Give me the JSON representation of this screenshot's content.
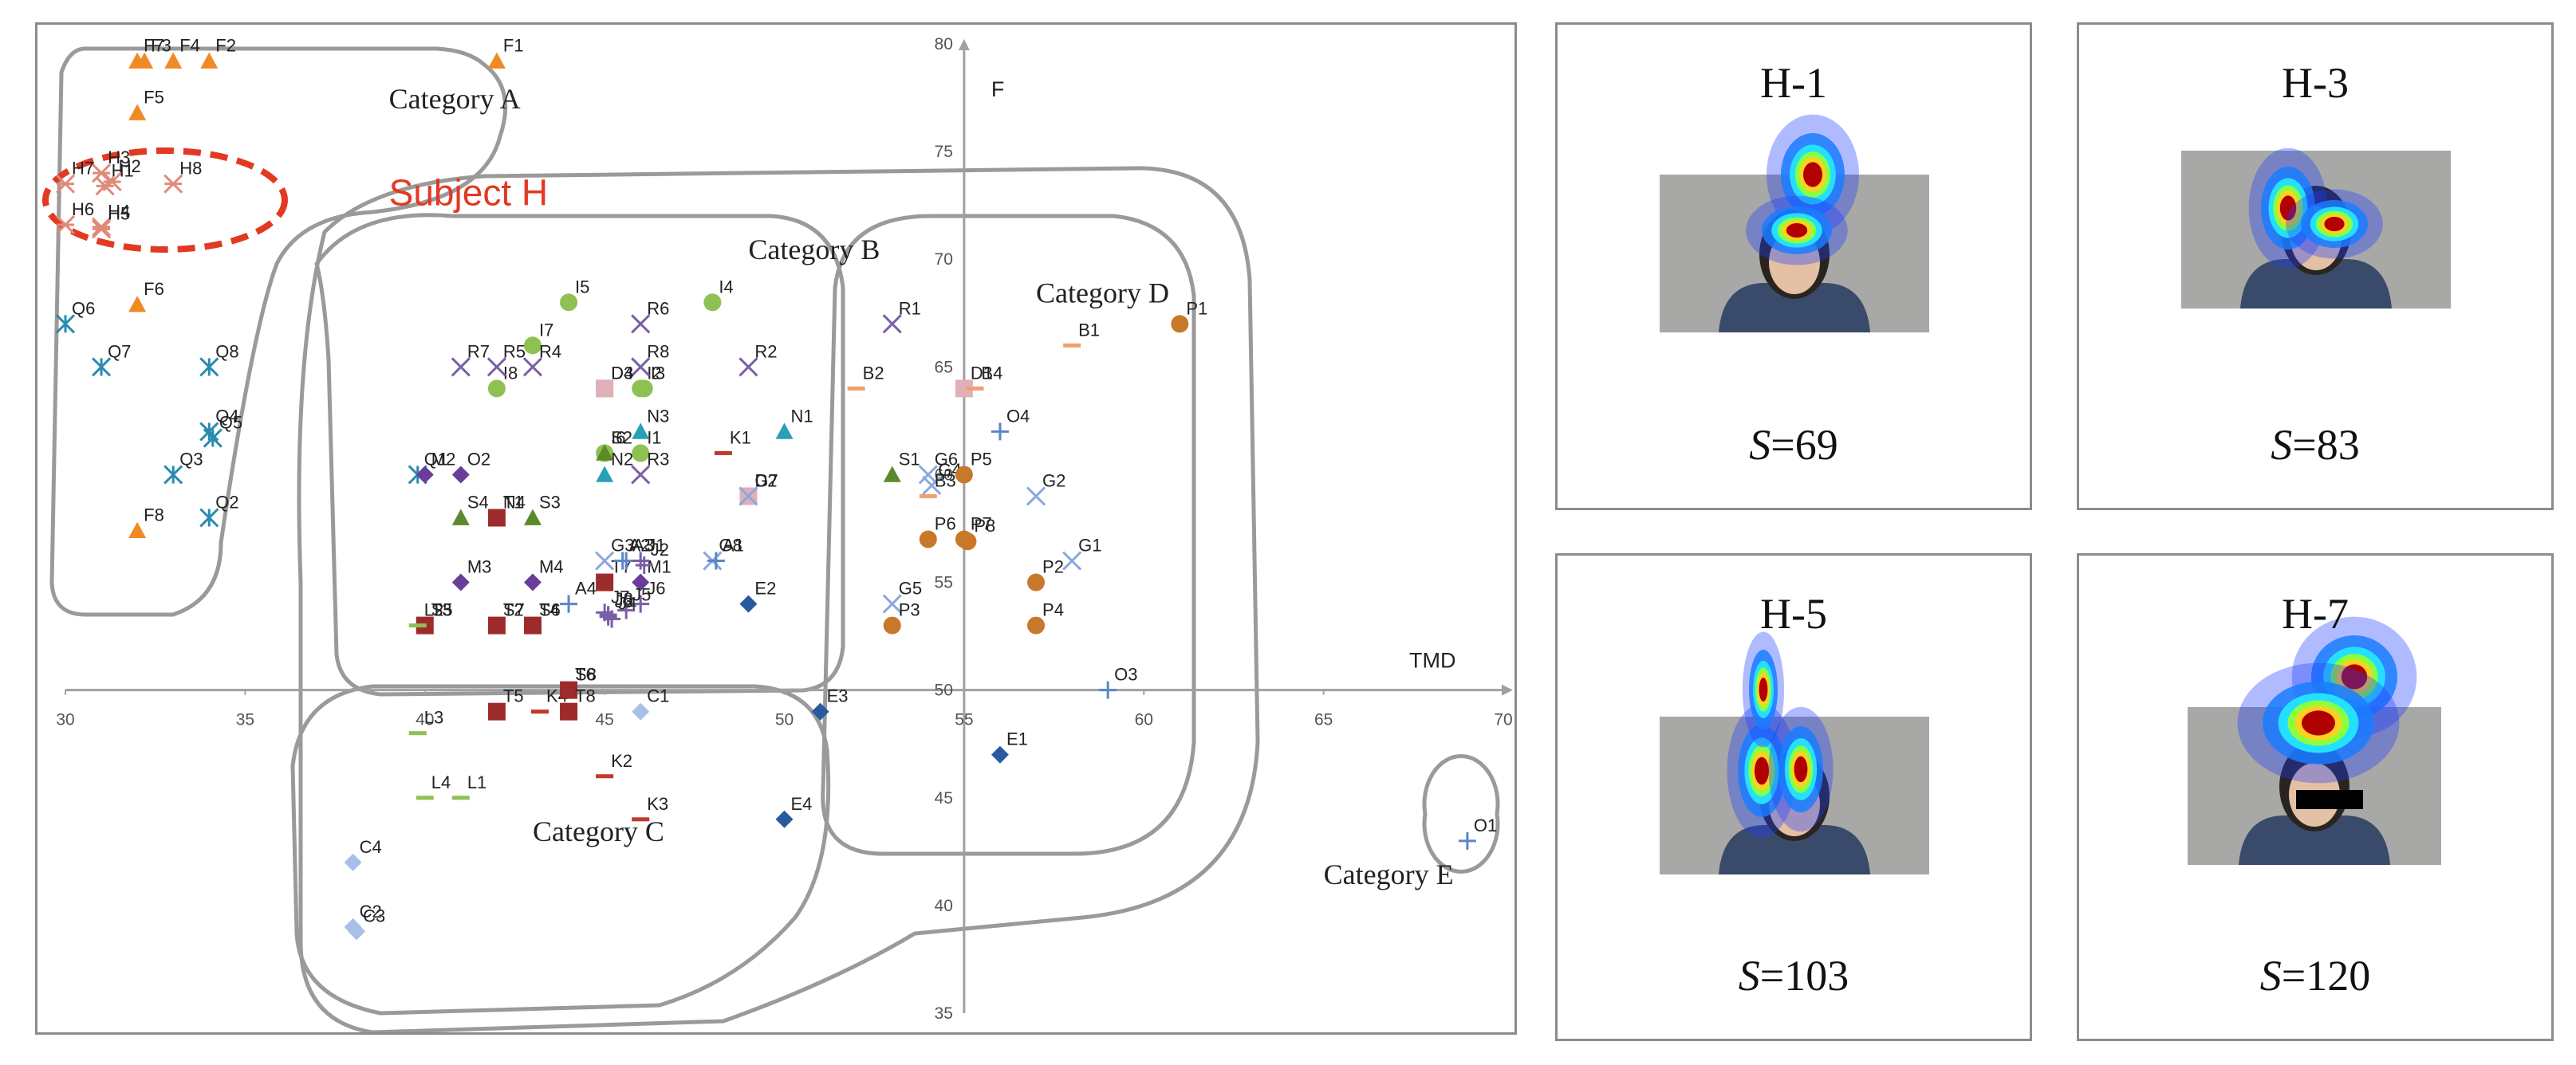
{
  "chart_data": {
    "type": "scatter",
    "xlabel": "TMD",
    "ylabel": "F",
    "xlim": [
      30,
      70
    ],
    "ylim": [
      35,
      80
    ],
    "x_ticks": [
      30,
      35,
      40,
      45,
      50,
      55,
      60,
      65,
      70
    ],
    "y_ticks": [
      35,
      40,
      45,
      50,
      55,
      60,
      65,
      70,
      75,
      80
    ],
    "colors": {
      "F": "#f08a24",
      "H": "#e08a7a",
      "Q": "#2a8bb0",
      "I": "#8ec152",
      "R": "#7a5fa8",
      "D": "#e0b0b8",
      "N": "#2aa0b8",
      "K": "#c0392b",
      "M": "#6a3d9a",
      "S": "#5a8a2a",
      "T": "#9e2b2b",
      "G": "#8aa8e0",
      "A": "#5a86c8",
      "J": "#7a5fa8",
      "E": "#2a5a9e",
      "L": "#8ec152",
      "C": "#a8c0e8",
      "B": "#f0a070",
      "P": "#c8782a",
      "O": "#5a86c8"
    },
    "series": [
      {
        "name": "F",
        "marker": "triangle",
        "points": [
          {
            "label": "F7",
            "x": 32,
            "y": 79.2
          },
          {
            "label": "F3",
            "x": 32.2,
            "y": 79.2
          },
          {
            "label": "F4",
            "x": 33,
            "y": 79.2
          },
          {
            "label": "F2",
            "x": 34,
            "y": 79.2
          },
          {
            "label": "F1",
            "x": 42,
            "y": 79.2
          },
          {
            "label": "F5",
            "x": 32,
            "y": 76.8
          },
          {
            "label": "F6",
            "x": 32,
            "y": 67.9
          },
          {
            "label": "F8",
            "x": 32,
            "y": 57.4
          }
        ]
      },
      {
        "name": "H",
        "marker": "star",
        "points": [
          {
            "label": "H7",
            "x": 30,
            "y": 73.5
          },
          {
            "label": "H3",
            "x": 31,
            "y": 74
          },
          {
            "label": "H2",
            "x": 31.3,
            "y": 73.6
          },
          {
            "label": "H8",
            "x": 33,
            "y": 73.5
          },
          {
            "label": "H6",
            "x": 30,
            "y": 71.6
          },
          {
            "label": "H4",
            "x": 31,
            "y": 71.5
          },
          {
            "label": "H5",
            "x": 31,
            "y": 71.4
          },
          {
            "label": "H1",
            "x": 31.1,
            "y": 73.4
          }
        ]
      },
      {
        "name": "Q",
        "marker": "xstar",
        "points": [
          {
            "label": "Q6",
            "x": 30,
            "y": 67
          },
          {
            "label": "Q7",
            "x": 31,
            "y": 65
          },
          {
            "label": "Q8",
            "x": 34,
            "y": 65
          },
          {
            "label": "Q4",
            "x": 34,
            "y": 62
          },
          {
            "label": "Q5",
            "x": 34.1,
            "y": 61.7
          },
          {
            "label": "Q3",
            "x": 33,
            "y": 60
          },
          {
            "label": "Q2",
            "x": 34,
            "y": 58
          },
          {
            "label": "Q1",
            "x": 39.8,
            "y": 60
          }
        ]
      },
      {
        "name": "I",
        "marker": "circle",
        "points": [
          {
            "label": "I5",
            "x": 44,
            "y": 68
          },
          {
            "label": "I4",
            "x": 48,
            "y": 68
          },
          {
            "label": "I7",
            "x": 43,
            "y": 66
          },
          {
            "label": "I8",
            "x": 42,
            "y": 64
          },
          {
            "label": "I2",
            "x": 46,
            "y": 64
          },
          {
            "label": "I3",
            "x": 46.1,
            "y": 64
          },
          {
            "label": "I6",
            "x": 45,
            "y": 61
          },
          {
            "label": "I1",
            "x": 46,
            "y": 61
          }
        ]
      },
      {
        "name": "R",
        "marker": "x",
        "points": [
          {
            "label": "R6",
            "x": 46,
            "y": 67
          },
          {
            "label": "R7",
            "x": 41,
            "y": 65
          },
          {
            "label": "R5",
            "x": 42,
            "y": 65
          },
          {
            "label": "R4",
            "x": 43,
            "y": 65
          },
          {
            "label": "R8",
            "x": 46,
            "y": 65
          },
          {
            "label": "R2",
            "x": 49,
            "y": 65
          },
          {
            "label": "R3",
            "x": 46,
            "y": 60
          },
          {
            "label": "R1",
            "x": 53,
            "y": 67
          }
        ]
      },
      {
        "name": "D",
        "marker": "square",
        "points": [
          {
            "label": "D3",
            "x": 45,
            "y": 64
          },
          {
            "label": "D4",
            "x": 45,
            "y": 64
          },
          {
            "label": "D1",
            "x": 55,
            "y": 64
          },
          {
            "label": "D2",
            "x": 49,
            "y": 59
          }
        ]
      },
      {
        "name": "N",
        "marker": "triangle",
        "points": [
          {
            "label": "N3",
            "x": 46,
            "y": 62
          },
          {
            "label": "N1",
            "x": 50,
            "y": 62
          },
          {
            "label": "N2",
            "x": 45,
            "y": 60
          },
          {
            "label": "N4",
            "x": 42,
            "y": 58
          }
        ]
      },
      {
        "name": "K",
        "marker": "dash",
        "points": [
          {
            "label": "K1",
            "x": 48.3,
            "y": 61
          },
          {
            "label": "K4",
            "x": 43.2,
            "y": 49
          },
          {
            "label": "K2",
            "x": 45,
            "y": 46
          },
          {
            "label": "K3",
            "x": 46,
            "y": 44
          }
        ]
      },
      {
        "name": "M",
        "marker": "diamond",
        "points": [
          {
            "label": "M2",
            "x": 40,
            "y": 60
          },
          {
            "label": "O2",
            "x": 41,
            "y": 60
          },
          {
            "label": "M3",
            "x": 41,
            "y": 55
          },
          {
            "label": "M4",
            "x": 43,
            "y": 55
          },
          {
            "label": "M1",
            "x": 46,
            "y": 55
          }
        ]
      },
      {
        "name": "S",
        "marker": "triangle",
        "points": [
          {
            "label": "S2",
            "x": 45,
            "y": 61
          },
          {
            "label": "S1",
            "x": 53,
            "y": 60
          },
          {
            "label": "S4",
            "x": 41,
            "y": 58
          },
          {
            "label": "S3",
            "x": 43,
            "y": 58
          },
          {
            "label": "S5",
            "x": 40,
            "y": 53
          },
          {
            "label": "S7",
            "x": 42,
            "y": 53
          },
          {
            "label": "S6",
            "x": 43,
            "y": 53
          },
          {
            "label": "S8",
            "x": 44,
            "y": 50
          }
        ]
      },
      {
        "name": "T",
        "marker": "square",
        "points": [
          {
            "label": "T1",
            "x": 42,
            "y": 58
          },
          {
            "label": "T7",
            "x": 45,
            "y": 55
          },
          {
            "label": "T3",
            "x": 40,
            "y": 53
          },
          {
            "label": "T2",
            "x": 42,
            "y": 53
          },
          {
            "label": "T4",
            "x": 43,
            "y": 53
          },
          {
            "label": "T6",
            "x": 44,
            "y": 50
          },
          {
            "label": "T5",
            "x": 42,
            "y": 49
          },
          {
            "label": "T8",
            "x": 44,
            "y": 49
          }
        ]
      },
      {
        "name": "G",
        "marker": "x",
        "points": [
          {
            "label": "G7",
            "x": 49,
            "y": 59
          },
          {
            "label": "G6",
            "x": 54,
            "y": 60
          },
          {
            "label": "G4",
            "x": 54.1,
            "y": 59.5
          },
          {
            "label": "G2",
            "x": 57,
            "y": 59
          },
          {
            "label": "G3",
            "x": 45,
            "y": 56
          },
          {
            "label": "G8",
            "x": 48,
            "y": 56
          },
          {
            "label": "G1",
            "x": 58,
            "y": 56
          },
          {
            "label": "G5",
            "x": 53,
            "y": 54
          }
        ]
      },
      {
        "name": "A",
        "marker": "plus",
        "points": [
          {
            "label": "A2",
            "x": 45.5,
            "y": 56
          },
          {
            "label": "A3",
            "x": 45.6,
            "y": 56
          },
          {
            "label": "A1",
            "x": 48.1,
            "y": 56
          },
          {
            "label": "A4",
            "x": 44,
            "y": 54
          }
        ]
      },
      {
        "name": "J",
        "marker": "plus",
        "points": [
          {
            "label": "J1",
            "x": 46,
            "y": 56
          },
          {
            "label": "J2",
            "x": 46.1,
            "y": 55.8
          },
          {
            "label": "J6",
            "x": 46,
            "y": 54
          },
          {
            "label": "J5",
            "x": 45.6,
            "y": 53.7
          },
          {
            "label": "J7",
            "x": 45,
            "y": 53.6
          },
          {
            "label": "J8",
            "x": 45.1,
            "y": 53.5
          },
          {
            "label": "J3",
            "x": 45.1,
            "y": 53.4
          },
          {
            "label": "J4",
            "x": 45.2,
            "y": 53.3
          }
        ]
      },
      {
        "name": "E",
        "marker": "diamond",
        "points": [
          {
            "label": "E2",
            "x": 49,
            "y": 54
          },
          {
            "label": "E3",
            "x": 51,
            "y": 49
          },
          {
            "label": "E1",
            "x": 56,
            "y": 47
          },
          {
            "label": "E4",
            "x": 50,
            "y": 44
          }
        ]
      },
      {
        "name": "L",
        "marker": "dash",
        "points": [
          {
            "label": "L2",
            "x": 39.8,
            "y": 53
          },
          {
            "label": "L3",
            "x": 39.8,
            "y": 48
          },
          {
            "label": "L4",
            "x": 40,
            "y": 45
          },
          {
            "label": "L1",
            "x": 41,
            "y": 45
          }
        ]
      },
      {
        "name": "C",
        "marker": "diamond",
        "points": [
          {
            "label": "C1",
            "x": 46,
            "y": 49
          },
          {
            "label": "C4",
            "x": 38,
            "y": 42
          },
          {
            "label": "C2",
            "x": 38,
            "y": 39
          },
          {
            "label": "C3",
            "x": 38.1,
            "y": 38.8
          }
        ]
      },
      {
        "name": "B",
        "marker": "dash",
        "points": [
          {
            "label": "B1",
            "x": 58,
            "y": 66
          },
          {
            "label": "B2",
            "x": 52,
            "y": 64
          },
          {
            "label": "B4",
            "x": 55.3,
            "y": 64
          },
          {
            "label": "B3",
            "x": 54,
            "y": 59
          }
        ]
      },
      {
        "name": "P",
        "marker": "circle",
        "points": [
          {
            "label": "P1",
            "x": 61,
            "y": 67
          },
          {
            "label": "P5",
            "x": 55,
            "y": 60
          },
          {
            "label": "P6",
            "x": 54,
            "y": 57
          },
          {
            "label": "P7",
            "x": 55,
            "y": 57
          },
          {
            "label": "P8",
            "x": 55.1,
            "y": 56.9
          },
          {
            "label": "P2",
            "x": 57,
            "y": 55
          },
          {
            "label": "P4",
            "x": 57,
            "y": 53
          },
          {
            "label": "P3",
            "x": 53,
            "y": 53
          }
        ]
      },
      {
        "name": "O",
        "marker": "plus",
        "points": [
          {
            "label": "O4",
            "x": 56,
            "y": 62
          },
          {
            "label": "O3",
            "x": 59,
            "y": 50
          },
          {
            "label": "O1",
            "x": 69,
            "y": 43
          }
        ]
      }
    ],
    "annotations": [
      {
        "text": "Category A",
        "x": 39,
        "y": 77
      },
      {
        "text": "Category B",
        "x": 49,
        "y": 70
      },
      {
        "text": "Category C",
        "x": 43,
        "y": 43
      },
      {
        "text": "Category D",
        "x": 57,
        "y": 68
      },
      {
        "text": "Category E",
        "x": 65,
        "y": 41
      },
      {
        "text": "Subject H",
        "x": 39,
        "y": 72.5
      }
    ]
  },
  "heatmaps": [
    {
      "title": "H-1",
      "score_var": "S",
      "score_text": "=69"
    },
    {
      "title": "H-3",
      "score_var": "S",
      "score_text": "=83"
    },
    {
      "title": "H-5",
      "score_var": "S",
      "score_text": "=103"
    },
    {
      "title": "H-7",
      "score_var": "S",
      "score_text": "=120"
    }
  ]
}
